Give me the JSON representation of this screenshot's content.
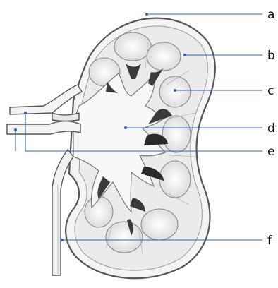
{
  "labels": [
    {
      "id": "a",
      "text": "a"
    },
    {
      "id": "b",
      "text": "b"
    },
    {
      "id": "c",
      "text": "c"
    },
    {
      "id": "d",
      "text": "d"
    },
    {
      "id": "e",
      "text": "e"
    },
    {
      "id": "f",
      "text": "f"
    }
  ],
  "colors": {
    "leader": "#2d66b7",
    "outline": "#555555",
    "cortex": "#e9e9e9",
    "dark": "#3a3a3a"
  }
}
